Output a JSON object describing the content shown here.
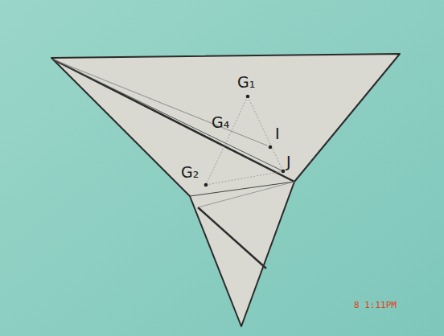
{
  "diagram": {
    "labels": [
      "G₁",
      "G₄",
      "I",
      "J",
      "G₂",
      "8  1:11PM"
    ]
  }
}
